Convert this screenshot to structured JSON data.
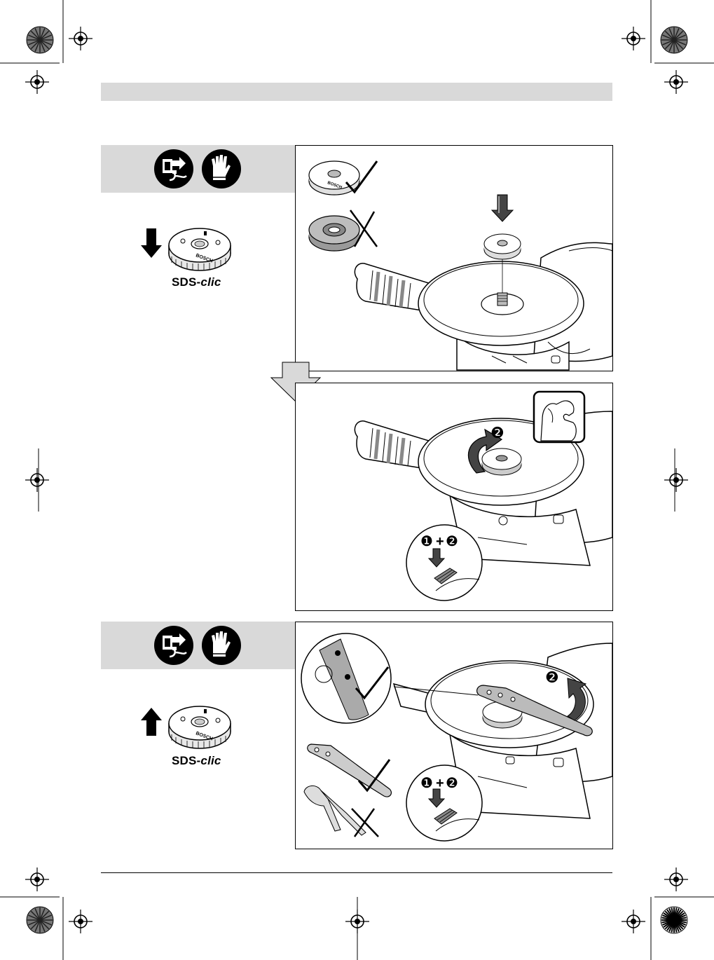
{
  "page": {
    "background": "#ffffff",
    "panel_color": "#d9d9d9",
    "accent_ink": "#000000"
  },
  "icons": {
    "unplug": "unplug-icon",
    "gloves": "gloves-icon",
    "arrow_down": "arrow-down-icon",
    "arrow_up": "arrow-up-icon",
    "step_arrow": "step-down-arrow-icon",
    "correct": "checkmark-icon",
    "incorrect": "cross-icon",
    "muscle": "strength-icon"
  },
  "section_mount": {
    "product_label_prefix": "SDS-",
    "product_label_brand": "clic",
    "nut_text": "BOSCH"
  },
  "section_tighten": {
    "step_rotate": "❷",
    "step_combo_a": "❶",
    "step_combo_plus": "+",
    "step_combo_b": "❷"
  },
  "section_remove": {
    "product_label_prefix": "SDS-",
    "product_label_brand": "clic",
    "step_rotate": "❷",
    "step_combo_a": "❶",
    "step_combo_plus": "+",
    "step_combo_b": "❷"
  }
}
